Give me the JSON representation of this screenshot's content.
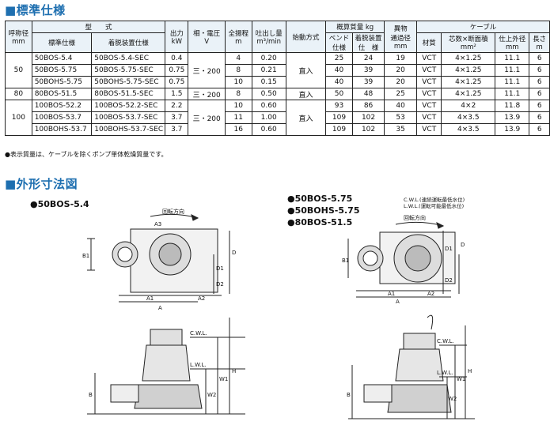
{
  "section1": {
    "title": "■標準仕様"
  },
  "header": {
    "type": "型　　式",
    "bore": "呼称径\nmm",
    "standard": "標準仕様",
    "detach": "着脱装置仕様",
    "output": "出力\nkW",
    "phase": "相・電圧\nV",
    "head": "全揚程\nm",
    "flow": "吐出し量\nm³/min",
    "start": "始動方式",
    "weight": "概算質量 kg",
    "bend": "ベンド\n仕様",
    "detach_w": "着脱装置\n仕　様",
    "foreign": "異物\n通過径\nmm",
    "cable": "ケーブル",
    "material": "材質",
    "core": "芯数×断面積\nmm²",
    "outer": "仕上外径\nmm",
    "length": "長さ\nm"
  },
  "rows": [
    {
      "bore": "50",
      "std": "50BOS-5.4",
      "det": "50BOS-5.4-SEC",
      "kw": "0.4",
      "phase": "三・200",
      "head": "4",
      "flow": "0.20",
      "start": "直入",
      "bend": "25",
      "detw": "24",
      "foreign": "19",
      "mat": "VCT",
      "core": "4×1.25",
      "outer": "11.1",
      "len": "6"
    },
    {
      "std": "50BOS-5.75",
      "det": "50BOS-5.75-SEC",
      "kw": "0.75",
      "head": "8",
      "flow": "0.21",
      "bend": "40",
      "detw": "39",
      "foreign": "20",
      "mat": "VCT",
      "core": "4×1.25",
      "outer": "11.1",
      "len": "6"
    },
    {
      "std": "50BOHS-5.75",
      "det": "50BOHS-5.75-SEC",
      "kw": "0.75",
      "head": "10",
      "flow": "0.15",
      "bend": "40",
      "detw": "39",
      "foreign": "20",
      "mat": "VCT",
      "core": "4×1.25",
      "outer": "11.1",
      "len": "6"
    },
    {
      "bore": "80",
      "std": "80BOS-51.5",
      "det": "80BOS-51.5-SEC",
      "kw": "1.5",
      "phase": "三・200",
      "head": "8",
      "flow": "0.50",
      "start": "直入",
      "bend": "50",
      "detw": "48",
      "foreign": "25",
      "mat": "VCT",
      "core": "4×1.25",
      "outer": "11.1",
      "len": "6"
    },
    {
      "bore": "100",
      "std": "100BOS-52.2",
      "det": "100BOS-52.2-SEC",
      "kw": "2.2",
      "phase": "三・200",
      "head": "10",
      "flow": "0.60",
      "start": "直入",
      "bend": "93",
      "detw": "86",
      "foreign": "40",
      "mat": "VCT",
      "core": "4×2",
      "outer": "11.8",
      "len": "6"
    },
    {
      "std": "100BOS-53.7",
      "det": "100BOS-53.7-SEC",
      "kw": "3.7",
      "head": "11",
      "flow": "1.00",
      "bend": "109",
      "detw": "102",
      "foreign": "53",
      "mat": "VCT",
      "core": "4×3.5",
      "outer": "13.9",
      "len": "6"
    },
    {
      "std": "100BOHS-53.7",
      "det": "100BOHS-53.7-SEC",
      "kw": "3.7",
      "head": "16",
      "flow": "0.60",
      "bend": "109",
      "detw": "102",
      "foreign": "35",
      "mat": "VCT",
      "core": "4×3.5",
      "outer": "13.9",
      "len": "6"
    }
  ],
  "note": "●表示質量は、ケーブルを除くポンプ単体乾燥質量です。",
  "section2": {
    "title": "■外形寸法図"
  },
  "left_model": "●50BOS-5.4",
  "right_models": [
    "●50BOS-5.75",
    "●50BOHS-5.75",
    "●80BOS-51.5"
  ],
  "labels": {
    "rotation": "回転方向",
    "cwl": "C.W.L.",
    "lwl": "L.W.L.",
    "cwl_full": "C.W.L.(連続運転最低水位)",
    "lwl_full": "L.W.L.(運転可能最低水位)",
    "A": "A",
    "A1": "A1",
    "A2": "A2",
    "A3": "A3",
    "B": "B",
    "B1": "B1",
    "D": "D",
    "D1": "D1",
    "D2": "D2",
    "H": "H",
    "W1": "W1",
    "W2": "W2"
  },
  "colors": {
    "accent": "#1e6fb0",
    "header_bg": "#eaf2f8"
  }
}
